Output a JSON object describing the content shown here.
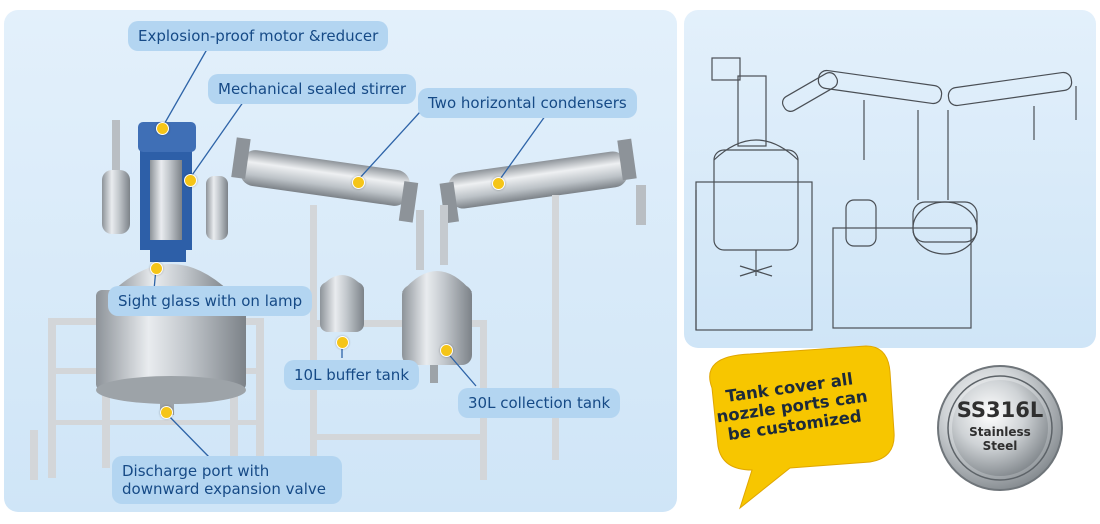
{
  "callouts": {
    "motor": "Explosion-proof motor &reducer",
    "stirrer": "Mechanical sealed stirrer",
    "condensers": "Two horizontal condensers",
    "sight_glass": "Sight glass with on lamp",
    "buffer_tank": "10L buffer tank",
    "collection_tank": "30L collection tank",
    "discharge_line1": "Discharge port with",
    "discharge_line2": "downward expansion valve"
  },
  "bubble": {
    "line1": "Tank cover all",
    "line2": "nozzle ports can",
    "line3": "be customized"
  },
  "badge": {
    "title": "SS316L",
    "line1": "Stainless",
    "line2": "Steel"
  },
  "colors": {
    "panel": "#d6e9f8",
    "callout": "#b3d5f1",
    "callout_text": "#164a86",
    "marker": "#f5c518",
    "bubble": "#f7c600"
  }
}
